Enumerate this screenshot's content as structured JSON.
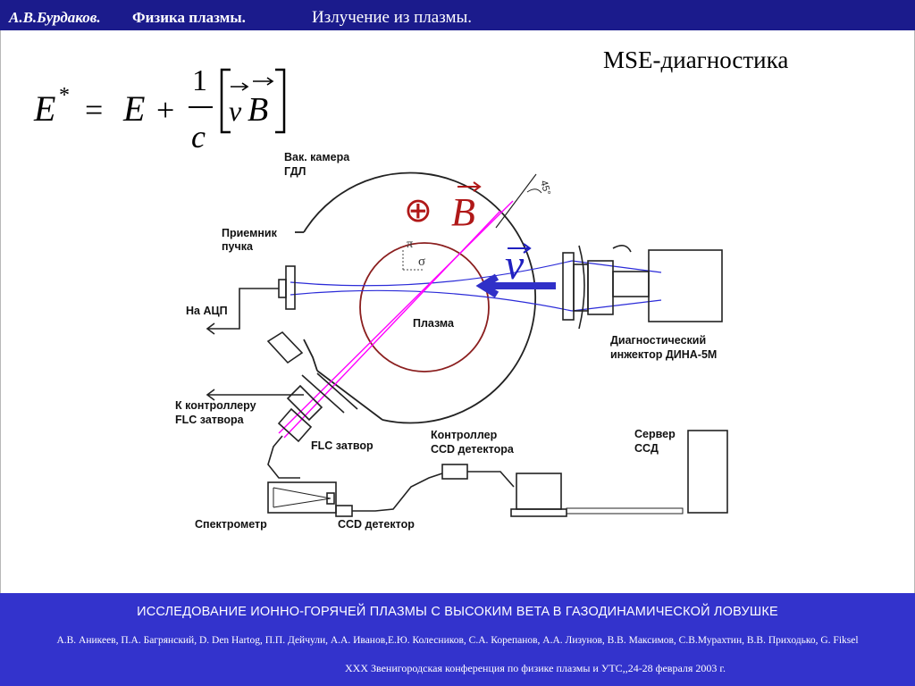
{
  "header": {
    "author": "А.В.Бурдаков.",
    "course": "Физика плазмы.",
    "topic": "Излучение из плазмы."
  },
  "slide": {
    "title": "MSE-диагностика",
    "formula": {
      "lhs": "E",
      "lhs_sup": "*",
      "equals": "=",
      "e": "E",
      "plus": "+",
      "numerator": "1",
      "denominator": "c",
      "v": "v",
      "b": "B"
    },
    "big_symbols": {
      "oplus": "⊕",
      "b": "B",
      "v": "v"
    },
    "labels": {
      "vacuum_chamber": [
        "Вак. камера",
        "ГДЛ"
      ],
      "beam_receiver": [
        "Приемник",
        "пучка"
      ],
      "to_adc": "На АЦП",
      "to_controller": [
        "К контроллеру",
        "FLC затвора"
      ],
      "flc_shutter": "FLC затвор",
      "ccd_controller": [
        "Контроллер",
        "CCD детектора"
      ],
      "server": [
        "Сервер",
        "CCД"
      ],
      "spectrometer": "Спектрометр",
      "ccd_detector": "CCD детектор",
      "injector": [
        "Диагностический",
        "инжектор ДИНА-5М"
      ],
      "plasma": "Плазма",
      "pi": "π",
      "sigma": "σ",
      "angle": "45°"
    }
  },
  "footer": {
    "title": "ИССЛЕДОВАНИЕ ИОННО-ГОРЯЧЕЙ ПЛАЗМЫ С ВЫСОКИМ BETA В ГАЗОДИНАМИЧЕСКОЙ ЛОВУШКЕ",
    "authors": "А.В. Аникеев, П.А. Багрянский, D. Den Hartog, П.П. Дейчули, А.А. Иванов,Е.Ю. Колесников, С.А. Корепанов, А.А. Лизунов, В.В. Максимов, С.В.Мурахтин, В.В. Приходько, G. Fiksel",
    "conference": "XXX Звенигородская конференция по физике плазмы и УТС,,24-28 февраля 2003 г."
  },
  "colors": {
    "header_bg": "#1b1b8c",
    "footer_bg": "#3333cc",
    "plasma_circle": "#8b1f1f",
    "laser_beam": "#ff00ff",
    "neutral_beam": "#2b2bd8",
    "velocity_arrow": "#3030c8",
    "b_symbol": "#b01818"
  }
}
